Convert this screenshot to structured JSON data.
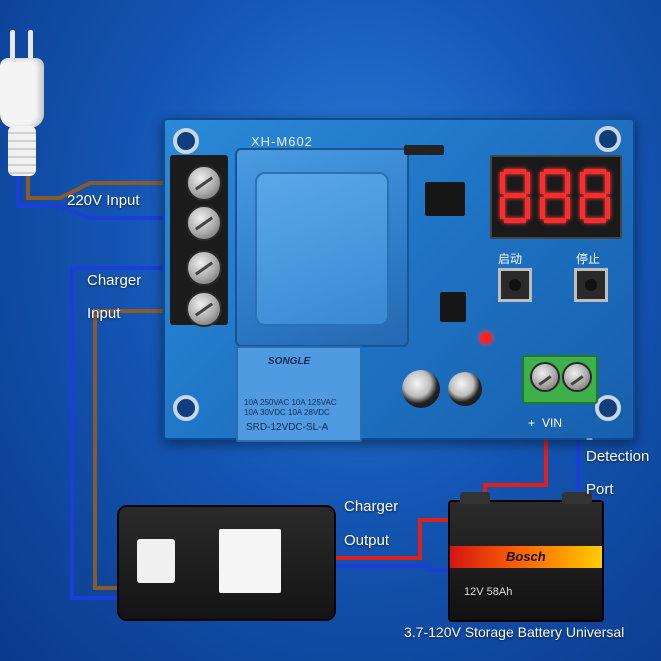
{
  "board": {
    "model": "XH-M602",
    "relay_brand": "SONGLE",
    "relay_ratings": [
      "10A 250VAC 10A 125VAC",
      "10A 30VDC 10A 28VDC"
    ],
    "relay_model": "SRD-12VDC-SL-A",
    "display_value": "8.8.8.",
    "start_button_label": "启动",
    "stop_button_label": "停止",
    "vin_label": "VIN",
    "plus_label": "+",
    "minus_label": "−"
  },
  "labels": {
    "ac_input": "220V Input",
    "charger_input_line1": "Charger",
    "charger_input_line2": "Input",
    "charger_output_line1": "Charger",
    "charger_output_line2": "Output",
    "detection_line1": "Detection",
    "detection_line2": "Port",
    "battery_caption": "3.7-120V Storage Battery Universal"
  },
  "battery": {
    "brand": "Bosch",
    "spec": "12V 58Ah"
  },
  "colors": {
    "background": "#1456b4",
    "board": "#1f73c4",
    "ac_wire": "#8b5a2b",
    "dc_positive_wire": "#e0201a",
    "dc_negative_wire": "#1a3fd8",
    "display_digits": "#ff2a2a"
  }
}
